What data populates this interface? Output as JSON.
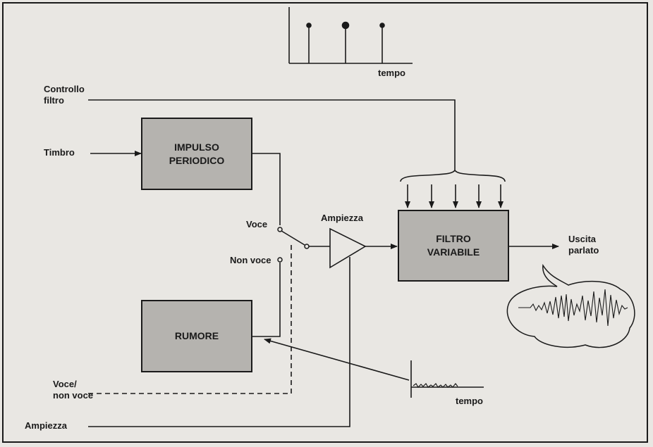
{
  "labels": {
    "controllo_filtro": "Controllo\nfiltro",
    "timbro": "Timbro",
    "voce": "Voce",
    "non_voce": "Non voce",
    "ampiezza_top": "Ampiezza",
    "uscita_parlato": "Uscita\nparlato",
    "voce_non_voce": "Voce/\nnon voce",
    "ampiezza_bottom": "Ampiezza",
    "tempo_top": "tempo",
    "tempo_bottom": "tempo"
  },
  "blocks": {
    "impulso": "IMPULSO\nPERIODICO",
    "rumore": "RUMORE",
    "filtro": "FILTRO\nVARIABILE"
  },
  "colors": {
    "block_fill": "#b5b3af",
    "line": "#1a1a1a",
    "background": "#e9e7e3"
  }
}
